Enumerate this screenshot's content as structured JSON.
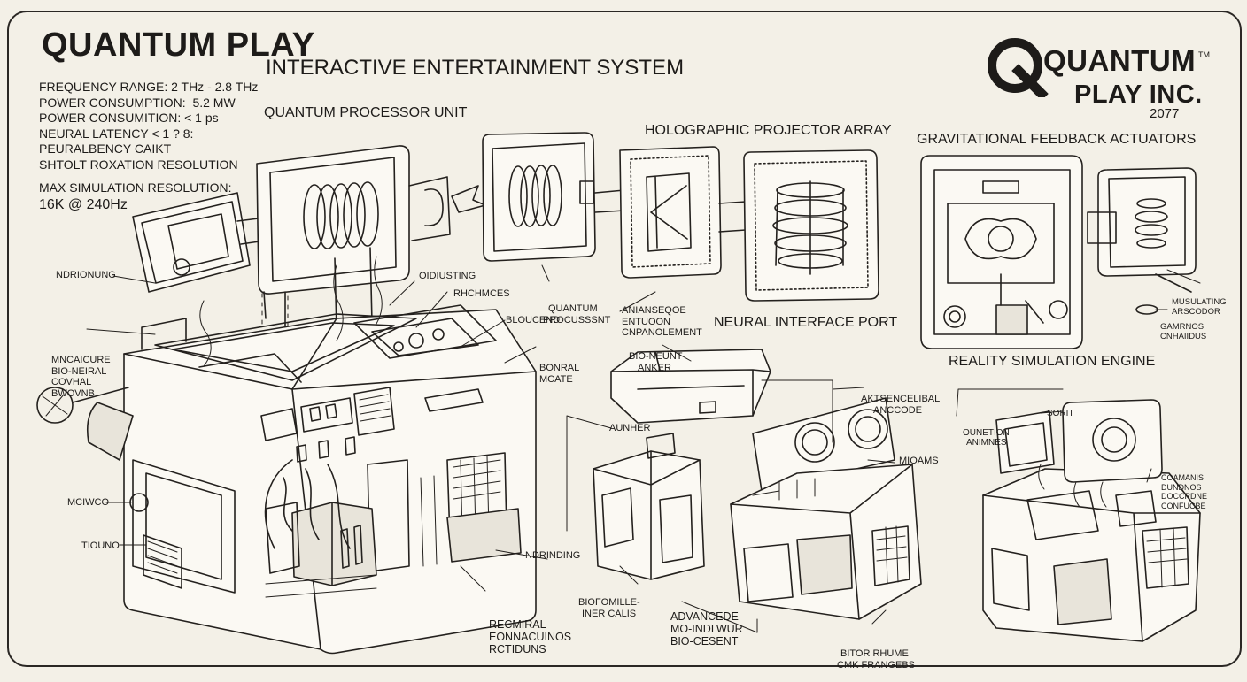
{
  "header": {
    "title": "QUANTUM PLAY",
    "subtitle": "INTERACTIVE ENTERTAINMENT SYSTEM"
  },
  "specs": [
    "FREQUENCY RANGE: 2 THz - 2.8 THz",
    "POWER CONSUMPTION:  5.2 MW",
    "POWER CONSUMITION: < 1 ps",
    "NEURAL LATENCY < 1 ? 8:",
    "PEURALBENCY CAIKT",
    "SHTOLT ROXATION RESOLUTION"
  ],
  "max_resolution": {
    "label": "MAX SIMULATION RESOLUTION:",
    "value": "16K @ 240Hz"
  },
  "logo": {
    "word": "QUANTUM",
    "tm": "TM",
    "sub": "PLAY INC.",
    "year": "2077"
  },
  "sections": {
    "processor": "QUANTUM PROCESSOR UNIT",
    "projector": "HOLOGRAPHIC PROJECTOR ARRAY",
    "actuators": "GRAVITATIONAL FEEDBACK ACTUATORS",
    "neural_port": "NEURAL INTERFACE PORT",
    "reality_engine": "REALITY SIMULATION ENGINE"
  },
  "callouts": {
    "ndrionung": "NDRIONUNG",
    "mncaicure": [
      "MNCAICURE",
      "BIO-NEIRAL",
      "COVHAL",
      "BWOVNB"
    ],
    "mciwco": "MCIWCO",
    "tiouno": "TIOUNO",
    "oidiusting": "OIDIUSTING",
    "rhchmces": "RHCHMCES",
    "bloucend": "BLOUCEND",
    "bonral": [
      "BONRAL",
      "MCATE"
    ],
    "quantum_processnt": [
      "QUANTUM",
      "PROCUSSSNT"
    ],
    "anianseqoe": [
      "ANIANSEQOE",
      "ENTUOON",
      "CNPANOLEMENT"
    ],
    "bio_neunt": [
      "BIO-NEUNT",
      "ANKER"
    ],
    "aunher": "AUNHER",
    "ndrinding": "NDRINDING",
    "recmiral": [
      "RECMIRAL",
      "EONNACUINOS",
      "RCTIDUNS"
    ],
    "biofomille": [
      "BIOFOMILLE-",
      "INER CALIS"
    ],
    "advancede": [
      "ADVANCEDE",
      "MO-INDLWUR",
      "BIO-CESENT"
    ],
    "aktsencelibal": [
      "AKTSENCELIBAL",
      "ANCCODE"
    ],
    "mioams": "MIOAMS",
    "bitor_rhume": [
      "BITOR RHUME",
      "CMK FRANGEBS"
    ],
    "muslating": [
      "MUSULATING",
      "ARSCODOR"
    ],
    "gamrnos": [
      "GAMRNOS",
      "CNHAIIDUS"
    ],
    "ounetion": [
      "OUNETION",
      "ANIMNES"
    ],
    "sorit": "SORIT",
    "comanis": [
      "COAMANIS",
      "DUNDNOS",
      "DOCCRDNE",
      "CONFUCBE"
    ]
  },
  "colors": {
    "paper": "#f3f0e7",
    "ink": "#1d1b19"
  }
}
